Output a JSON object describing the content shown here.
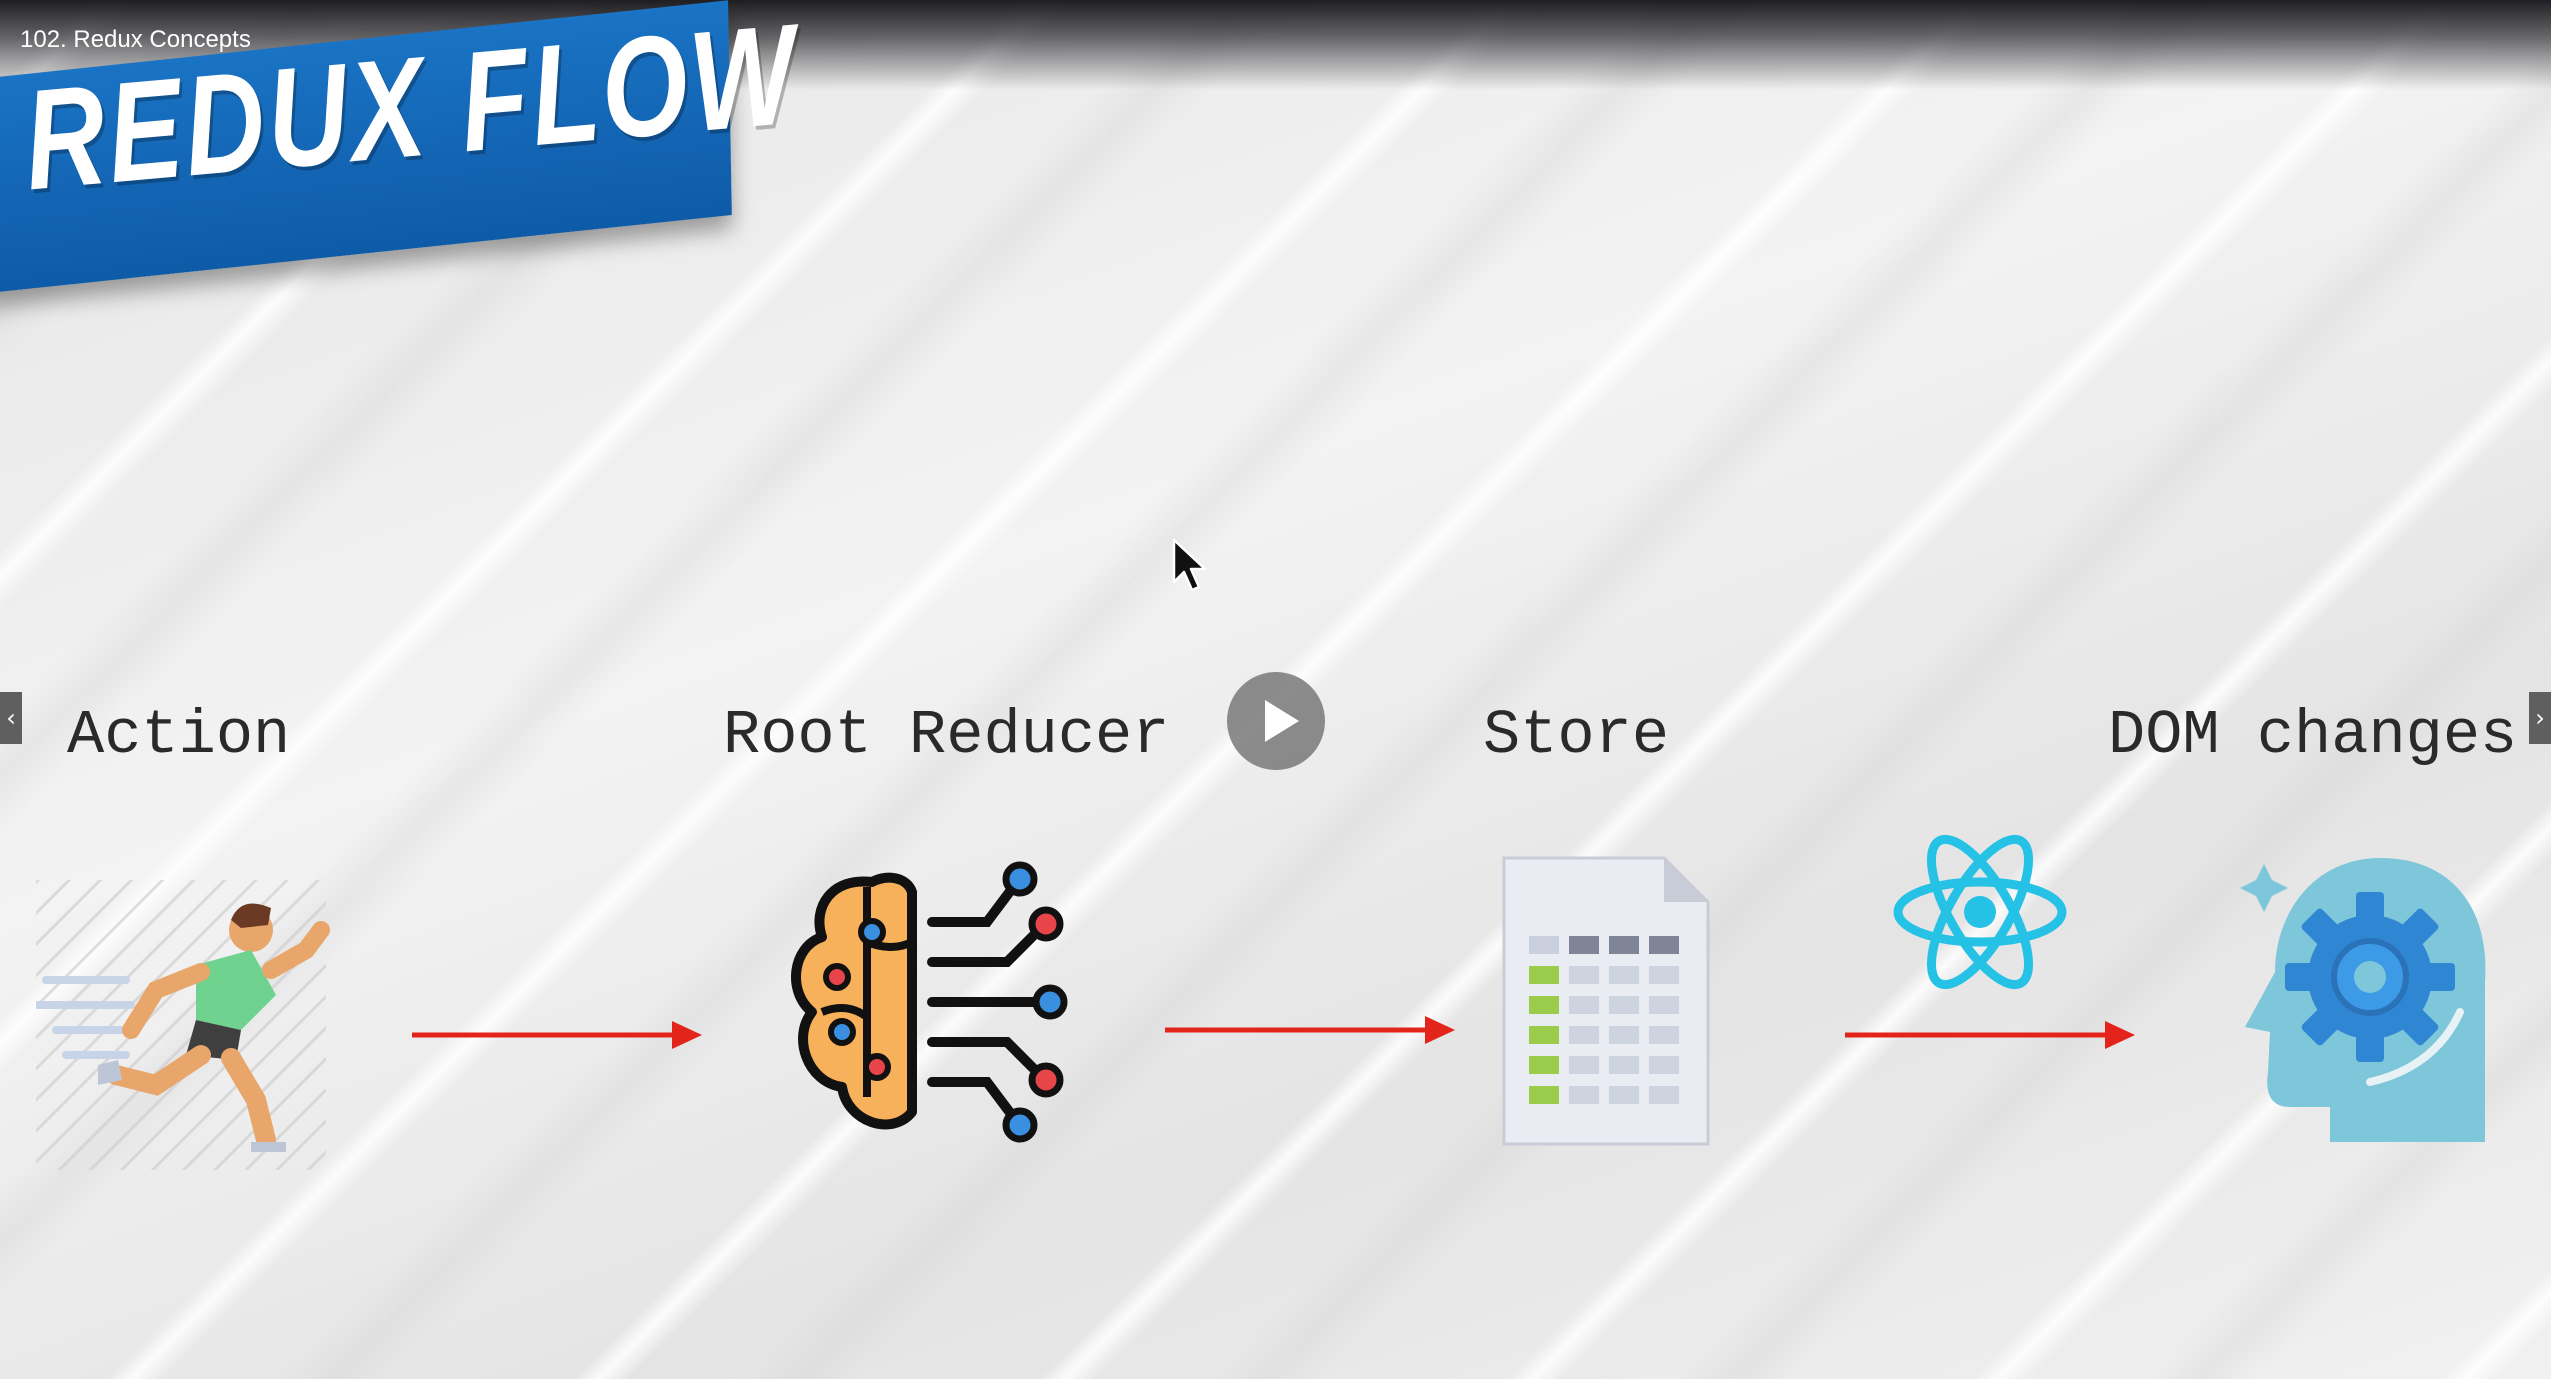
{
  "video": {
    "title": "102. Redux Concepts"
  },
  "slide": {
    "banner_title": "REDUX FLOW",
    "steps": [
      {
        "label": "Action",
        "icon": "running-person-icon"
      },
      {
        "label": "Root Reducer",
        "icon": "brain-circuit-icon"
      },
      {
        "label": "Store",
        "icon": "spreadsheet-document-icon"
      },
      {
        "label": "DOM changes",
        "icon": "head-gear-icon"
      }
    ],
    "connector_icon": "react-logo-icon"
  },
  "colors": {
    "banner": "#1565b8",
    "arrow": "#e3241b",
    "react": "#25c2e6",
    "brain": "#f7b15a",
    "head": "#7ec6da",
    "gear": "#2f86d2"
  },
  "controls": {
    "play_icon": "play-icon",
    "prev_icon": "chevron-left-icon",
    "next_icon": "chevron-right-icon"
  }
}
